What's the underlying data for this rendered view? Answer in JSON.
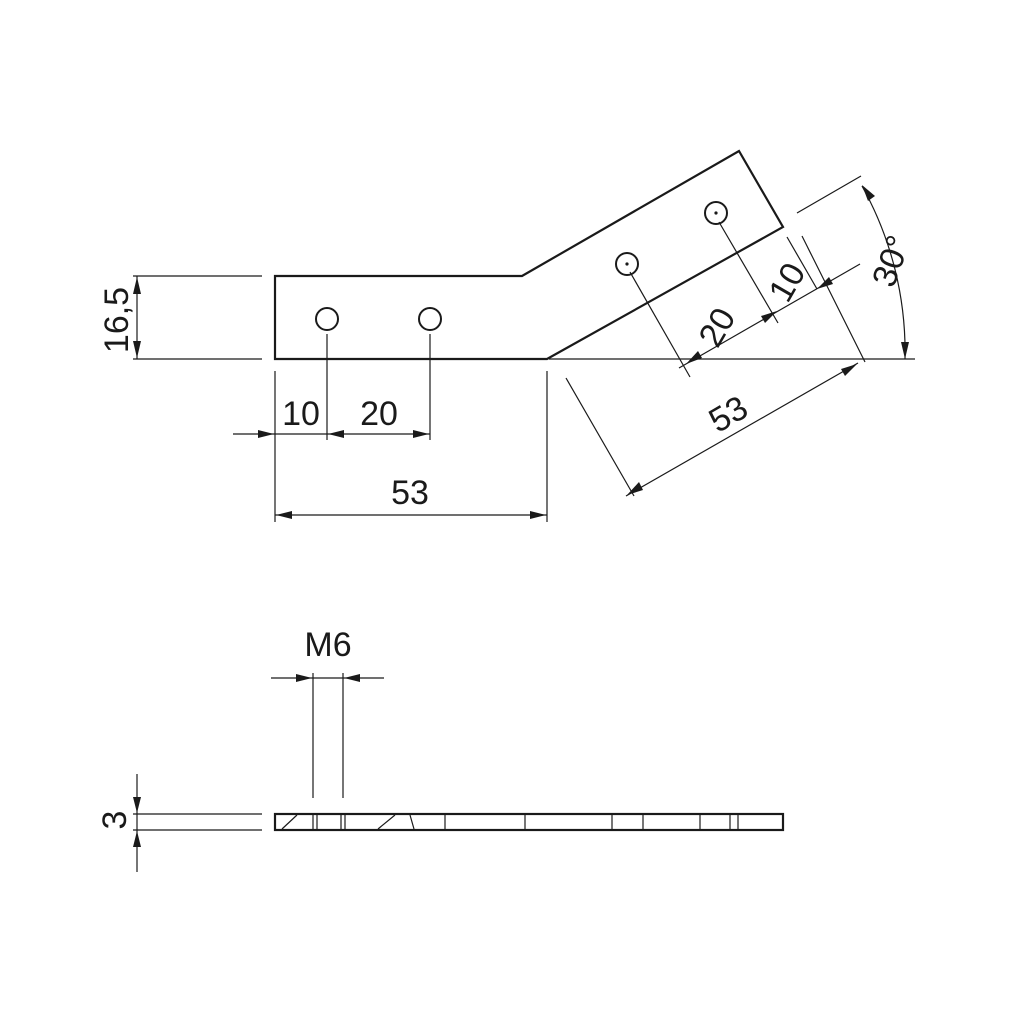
{
  "plan_view": {
    "thickness_label": "16,5",
    "first_hole_label": "10",
    "hole_spacing_label": "20",
    "leg_length_label": "53",
    "angle_label": "30°",
    "angled_hole_spacing_label": "20",
    "angled_first_hole_label": "10",
    "angled_leg_length_label": "53"
  },
  "side_view": {
    "thread_label": "M6",
    "thickness_label": "3"
  }
}
